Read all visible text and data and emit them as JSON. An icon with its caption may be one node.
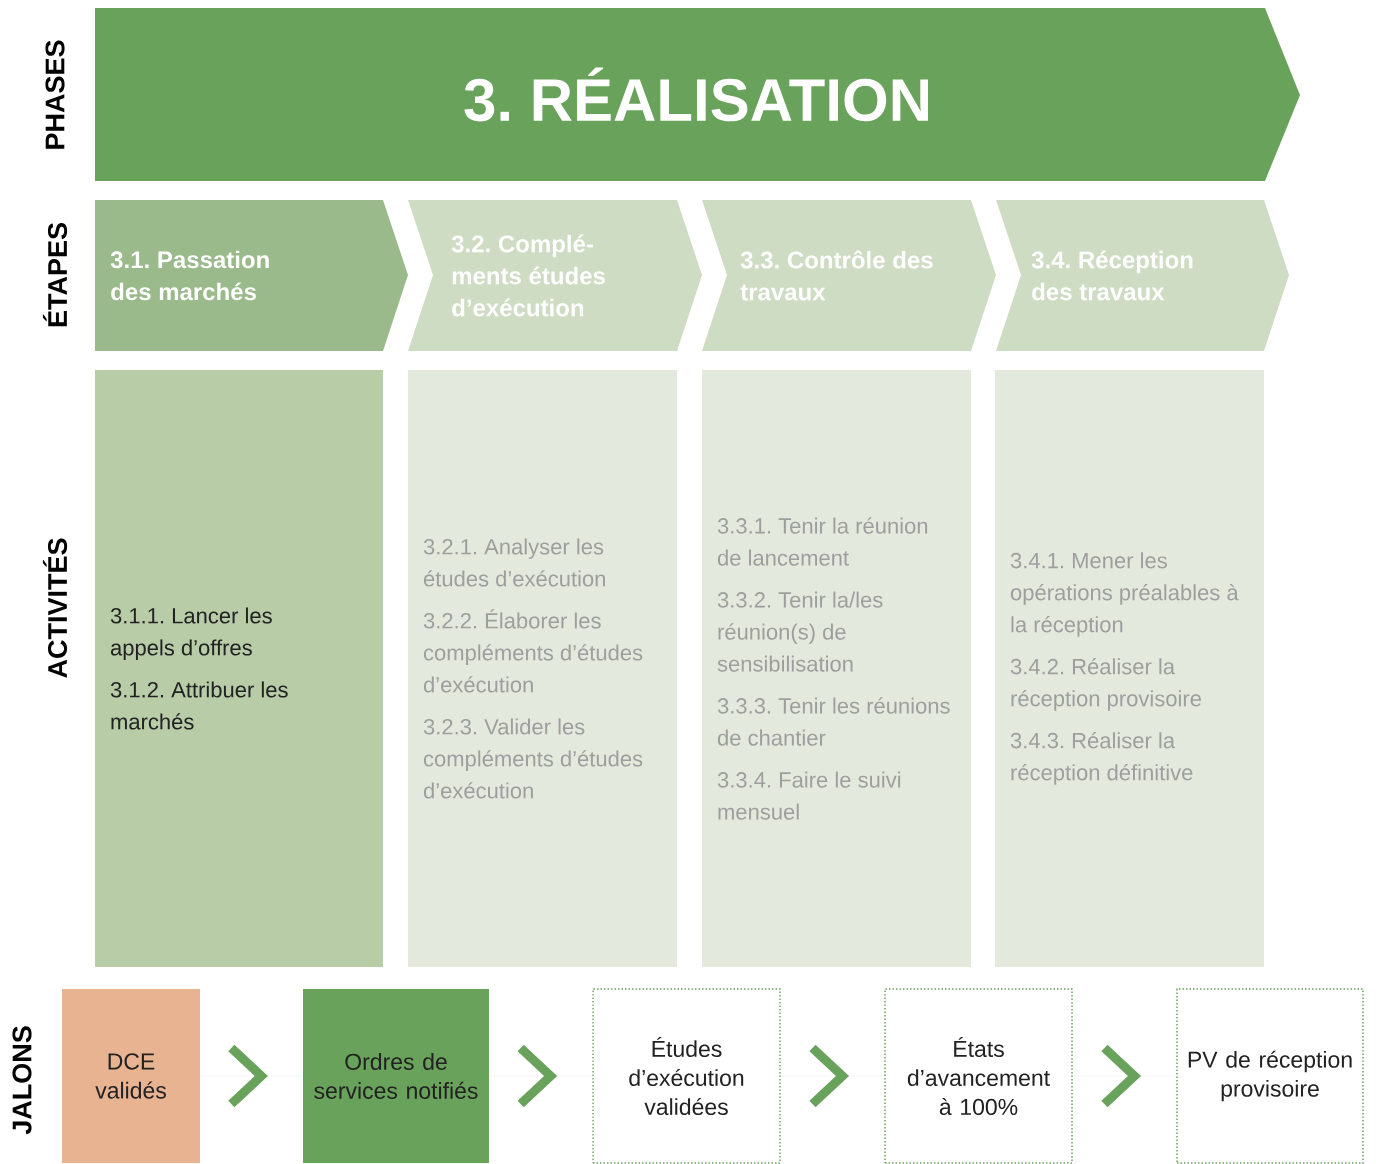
{
  "diagram": {
    "nodes": [
      {
        "text": [
          "3. RÉALISATION"
        ]
      },
      {
        "text": [
          "3.1. Passation des marchés"
        ]
      },
      {
        "text": [
          "3.2. Complé- ments études d’exécution"
        ]
      },
      {
        "text": [
          "3.3. Contrôle des travaux"
        ]
      },
      {
        "text": [
          "3.4. Réception des travaux"
        ]
      },
      {
        "text": [
          "3.1.1. Lancer les appels d’offres",
          "3.1.2. Attribuer les marchés"
        ]
      },
      {
        "text": [
          "3.2.1. Analyser les études d’exécution",
          "3.2.2. Élaborer les compléments d’études d’exécution",
          "3.2.3. Valider les compléments d’études d’exécution"
        ]
      },
      {
        "text": [
          "3.3.1. Tenir la réunion de lancement",
          "3.3.2. Tenir la/les réunion(s) de sensibilisation",
          "3.3.3. Tenir les réunions de chantier",
          "3.3.4. Faire le suivi mensuel"
        ]
      },
      {
        "text": [
          "3.4.1. Mener les opérations préalables à la réception",
          "3.4.2. Réaliser la réception provisoire",
          "3.4.3. Réaliser la réception définitive"
        ]
      },
      {
        "text": [
          "DCE validés"
        ]
      },
      {
        "text": [
          "Ordres de services notifiés"
        ]
      },
      {
        "text": [
          "Études d’exécution validées"
        ]
      },
      {
        "text": [
          "États d’avancement à 100%"
        ]
      },
      {
        "text": [
          "PV de réception provisoire"
        ]
      }
    ],
    "edges": [
      {
        "from": 9,
        "to": 10,
        "arrow": "to"
      },
      {
        "from": 10,
        "to": 11,
        "arrow": "to"
      },
      {
        "from": 11,
        "to": 12,
        "arrow": "to"
      },
      {
        "from": 12,
        "to": 13,
        "arrow": "to"
      }
    ],
    "labels": [
      "PHASES",
      "ÉTAPES",
      "ACTIVITÉS",
      "JALONS"
    ]
  }
}
